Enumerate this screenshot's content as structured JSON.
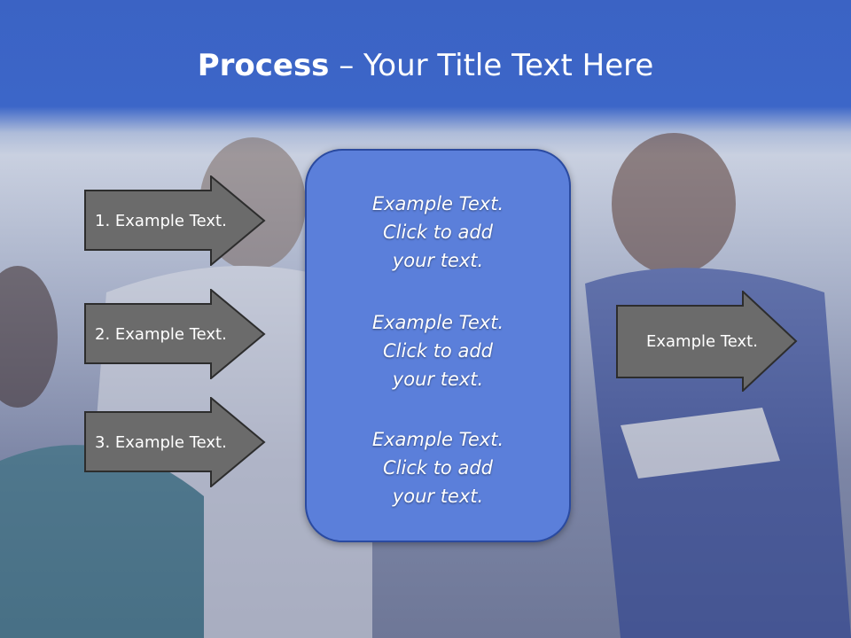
{
  "slide": {
    "title_bold": "Process",
    "title_rest": " – Your Title Text Here"
  },
  "left_steps": [
    {
      "label": "1. Example Text."
    },
    {
      "label": "2. Example Text."
    },
    {
      "label": "3. Example Text."
    }
  ],
  "center_box": {
    "blurbs": [
      {
        "line1": "Example Text.",
        "line2": "Click  to add",
        "line3": "your text."
      },
      {
        "line1": "Example Text.",
        "line2": "Click  to add",
        "line3": "your text."
      },
      {
        "line1": "Example Text.",
        "line2": "Click  to add",
        "line3": "your text."
      }
    ]
  },
  "right_arrow": {
    "label": "Example Text."
  },
  "colors": {
    "header_blue": "#3c66c8",
    "arrow_fill": "#6b6b6b",
    "box_fill": "#5b7fda",
    "box_border": "#2a4aa0"
  }
}
